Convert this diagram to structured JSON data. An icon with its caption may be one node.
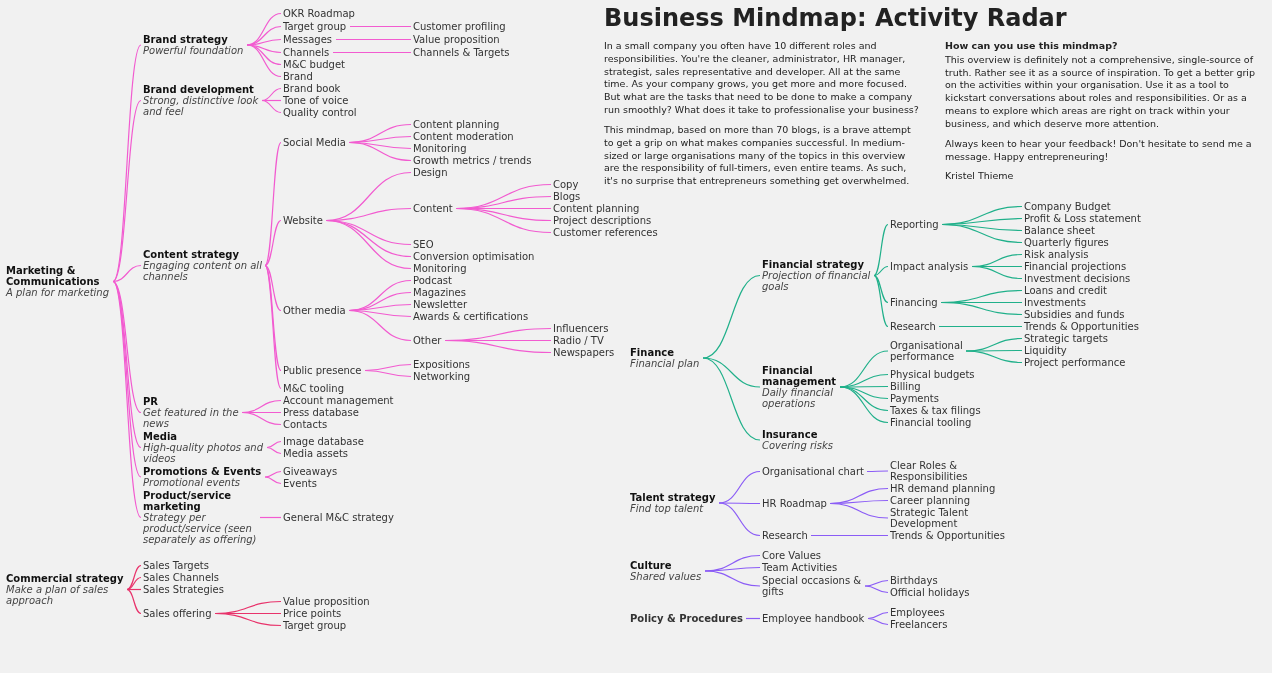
{
  "diagram": {
    "title": "Business Mindmap: Activity Radar",
    "nodes": [
      {
        "text": [
          "Marketing & Communications",
          "A plan for marketing"
        ]
      },
      {
        "text": [
          "Brand strategy",
          "Powerful foundation"
        ]
      },
      {
        "text": [
          "OKR Roadmap"
        ]
      },
      {
        "text": [
          "Target group"
        ]
      },
      {
        "text": [
          "Customer profiling"
        ]
      },
      {
        "text": [
          "Messages"
        ]
      },
      {
        "text": [
          "Value proposition"
        ]
      },
      {
        "text": [
          "Channels"
        ]
      },
      {
        "text": [
          "Channels & Targets"
        ]
      },
      {
        "text": [
          "M&C budget"
        ]
      },
      {
        "text": [
          "Brand"
        ]
      },
      {
        "text": [
          "Brand development",
          "Strong, distinctive look and feel"
        ]
      },
      {
        "text": [
          "Brand book"
        ]
      },
      {
        "text": [
          "Tone of voice"
        ]
      },
      {
        "text": [
          "Quality control"
        ]
      },
      {
        "text": [
          "Content strategy",
          "Engaging content on all channels"
        ]
      },
      {
        "text": [
          "Social Media"
        ]
      },
      {
        "text": [
          "Content planning"
        ]
      },
      {
        "text": [
          "Content moderation"
        ]
      },
      {
        "text": [
          "Monitoring"
        ]
      },
      {
        "text": [
          "Growth metrics / trends"
        ]
      },
      {
        "text": [
          "Website"
        ]
      },
      {
        "text": [
          "Design"
        ]
      },
      {
        "text": [
          "Content"
        ]
      },
      {
        "text": [
          "Copy"
        ]
      },
      {
        "text": [
          "Blogs"
        ]
      },
      {
        "text": [
          "Content planning"
        ]
      },
      {
        "text": [
          "Project descriptions"
        ]
      },
      {
        "text": [
          "Customer references"
        ]
      },
      {
        "text": [
          "SEO"
        ]
      },
      {
        "text": [
          "Conversion optimisation"
        ]
      },
      {
        "text": [
          "Monitoring"
        ]
      },
      {
        "text": [
          "Other media"
        ]
      },
      {
        "text": [
          "Podcast"
        ]
      },
      {
        "text": [
          "Magazines"
        ]
      },
      {
        "text": [
          "Newsletter"
        ]
      },
      {
        "text": [
          "Awards & certifications"
        ]
      },
      {
        "text": [
          "Other"
        ]
      },
      {
        "text": [
          "Influencers"
        ]
      },
      {
        "text": [
          "Radio / TV"
        ]
      },
      {
        "text": [
          "Newspapers"
        ]
      },
      {
        "text": [
          "Public presence"
        ]
      },
      {
        "text": [
          "Expositions"
        ]
      },
      {
        "text": [
          "Networking"
        ]
      },
      {
        "text": [
          "M&C tooling"
        ]
      },
      {
        "text": [
          "PR",
          "Get featured in the news"
        ]
      },
      {
        "text": [
          "Account management"
        ]
      },
      {
        "text": [
          "Press database"
        ]
      },
      {
        "text": [
          "Contacts"
        ]
      },
      {
        "text": [
          "Media",
          "High-quality photos and videos"
        ]
      },
      {
        "text": [
          "Image database"
        ]
      },
      {
        "text": [
          "Media assets"
        ]
      },
      {
        "text": [
          "Promotions & Events",
          "Promotional events"
        ]
      },
      {
        "text": [
          "Giveaways"
        ]
      },
      {
        "text": [
          "Events"
        ]
      },
      {
        "text": [
          "Product/service marketing",
          "Strategy per product/service (seen separately as offering)"
        ]
      },
      {
        "text": [
          "General M&C strategy"
        ]
      },
      {
        "text": [
          "Commercial strategy",
          "Make a plan of sales approach"
        ]
      },
      {
        "text": [
          "Sales Targets"
        ]
      },
      {
        "text": [
          "Sales Channels"
        ]
      },
      {
        "text": [
          "Sales Strategies"
        ]
      },
      {
        "text": [
          "Sales offering"
        ]
      },
      {
        "text": [
          "Value proposition"
        ]
      },
      {
        "text": [
          "Price points"
        ]
      },
      {
        "text": [
          "Target group"
        ]
      },
      {
        "text": [
          "Finance",
          "Financial plan"
        ]
      },
      {
        "text": [
          "Financial strategy",
          "Projection of financial goals"
        ]
      },
      {
        "text": [
          "Reporting"
        ]
      },
      {
        "text": [
          "Company Budget"
        ]
      },
      {
        "text": [
          "Profit & Loss statement"
        ]
      },
      {
        "text": [
          "Balance sheet"
        ]
      },
      {
        "text": [
          "Quarterly figures"
        ]
      },
      {
        "text": [
          "Impact analysis"
        ]
      },
      {
        "text": [
          "Risk analysis"
        ]
      },
      {
        "text": [
          "Financial projections"
        ]
      },
      {
        "text": [
          "Investment decisions"
        ]
      },
      {
        "text": [
          "Financing"
        ]
      },
      {
        "text": [
          "Loans and credit"
        ]
      },
      {
        "text": [
          "Investments"
        ]
      },
      {
        "text": [
          "Subsidies and funds"
        ]
      },
      {
        "text": [
          "Research"
        ]
      },
      {
        "text": [
          "Trends & Opportunities"
        ]
      },
      {
        "text": [
          "Financial management",
          "Daily financial operations"
        ]
      },
      {
        "text": [
          "Organisational performance"
        ]
      },
      {
        "text": [
          "Strategic targets"
        ]
      },
      {
        "text": [
          "Liquidity"
        ]
      },
      {
        "text": [
          "Project performance"
        ]
      },
      {
        "text": [
          "Physical budgets"
        ]
      },
      {
        "text": [
          "Billing"
        ]
      },
      {
        "text": [
          "Payments"
        ]
      },
      {
        "text": [
          "Taxes & tax filings"
        ]
      },
      {
        "text": [
          "Financial tooling"
        ]
      },
      {
        "text": [
          "Insurance",
          "Covering risks"
        ]
      },
      {
        "text": [
          "Talent strategy",
          "Find top talent"
        ]
      },
      {
        "text": [
          "Organisational chart"
        ]
      },
      {
        "text": [
          "Clear Roles & Responsibilities"
        ]
      },
      {
        "text": [
          "HR Roadmap"
        ]
      },
      {
        "text": [
          "HR demand planning"
        ]
      },
      {
        "text": [
          "Career planning"
        ]
      },
      {
        "text": [
          "Strategic Talent Development"
        ]
      },
      {
        "text": [
          "Research"
        ]
      },
      {
        "text": [
          "Trends & Opportunities"
        ]
      },
      {
        "text": [
          "Culture",
          "Shared values"
        ]
      },
      {
        "text": [
          "Core Values"
        ]
      },
      {
        "text": [
          "Team Activities"
        ]
      },
      {
        "text": [
          "Special occasions & gifts"
        ]
      },
      {
        "text": [
          "Birthdays"
        ]
      },
      {
        "text": [
          "Official holidays"
        ]
      },
      {
        "text": [
          "Policy & Procedures"
        ]
      },
      {
        "text": [
          "Employee handbook"
        ]
      },
      {
        "text": [
          "Employees"
        ]
      },
      {
        "text": [
          "Freelancers"
        ]
      }
    ],
    "edges": [
      {
        "from": 0,
        "to": 1,
        "arrow": "none"
      },
      {
        "from": 1,
        "to": 2,
        "arrow": "none"
      },
      {
        "from": 1,
        "to": 3,
        "arrow": "none"
      },
      {
        "from": 3,
        "to": 4,
        "arrow": "none"
      },
      {
        "from": 1,
        "to": 5,
        "arrow": "none"
      },
      {
        "from": 5,
        "to": 6,
        "arrow": "none"
      },
      {
        "from": 1,
        "to": 7,
        "arrow": "none"
      },
      {
        "from": 7,
        "to": 8,
        "arrow": "none"
      },
      {
        "from": 1,
        "to": 9,
        "arrow": "none"
      },
      {
        "from": 1,
        "to": 10,
        "arrow": "none"
      },
      {
        "from": 0,
        "to": 11,
        "arrow": "none"
      },
      {
        "from": 11,
        "to": 12,
        "arrow": "none"
      },
      {
        "from": 11,
        "to": 13,
        "arrow": "none"
      },
      {
        "from": 11,
        "to": 14,
        "arrow": "none"
      },
      {
        "from": 0,
        "to": 15,
        "arrow": "none"
      },
      {
        "from": 15,
        "to": 16,
        "arrow": "none"
      },
      {
        "from": 16,
        "to": 17,
        "arrow": "none"
      },
      {
        "from": 16,
        "to": 18,
        "arrow": "none"
      },
      {
        "from": 16,
        "to": 19,
        "arrow": "none"
      },
      {
        "from": 16,
        "to": 20,
        "arrow": "none"
      },
      {
        "from": 15,
        "to": 21,
        "arrow": "none"
      },
      {
        "from": 21,
        "to": 22,
        "arrow": "none"
      },
      {
        "from": 21,
        "to": 23,
        "arrow": "none"
      },
      {
        "from": 23,
        "to": 24,
        "arrow": "none"
      },
      {
        "from": 23,
        "to": 25,
        "arrow": "none"
      },
      {
        "from": 23,
        "to": 26,
        "arrow": "none"
      },
      {
        "from": 23,
        "to": 27,
        "arrow": "none"
      },
      {
        "from": 23,
        "to": 28,
        "arrow": "none"
      },
      {
        "from": 21,
        "to": 29,
        "arrow": "none"
      },
      {
        "from": 21,
        "to": 30,
        "arrow": "none"
      },
      {
        "from": 21,
        "to": 31,
        "arrow": "none"
      },
      {
        "from": 15,
        "to": 32,
        "arrow": "none"
      },
      {
        "from": 32,
        "to": 33,
        "arrow": "none"
      },
      {
        "from": 32,
        "to": 34,
        "arrow": "none"
      },
      {
        "from": 32,
        "to": 35,
        "arrow": "none"
      },
      {
        "from": 32,
        "to": 36,
        "arrow": "none"
      },
      {
        "from": 32,
        "to": 37,
        "arrow": "none"
      },
      {
        "from": 37,
        "to": 38,
        "arrow": "none"
      },
      {
        "from": 37,
        "to": 39,
        "arrow": "none"
      },
      {
        "from": 37,
        "to": 40,
        "arrow": "none"
      },
      {
        "from": 15,
        "to": 41,
        "arrow": "none"
      },
      {
        "from": 41,
        "to": 42,
        "arrow": "none"
      },
      {
        "from": 41,
        "to": 43,
        "arrow": "none"
      },
      {
        "from": 15,
        "to": 44,
        "arrow": "none"
      },
      {
        "from": 0,
        "to": 45,
        "arrow": "none"
      },
      {
        "from": 45,
        "to": 46,
        "arrow": "none"
      },
      {
        "from": 45,
        "to": 47,
        "arrow": "none"
      },
      {
        "from": 45,
        "to": 48,
        "arrow": "none"
      },
      {
        "from": 0,
        "to": 49,
        "arrow": "none"
      },
      {
        "from": 49,
        "to": 50,
        "arrow": "none"
      },
      {
        "from": 49,
        "to": 51,
        "arrow": "none"
      },
      {
        "from": 0,
        "to": 52,
        "arrow": "none"
      },
      {
        "from": 52,
        "to": 53,
        "arrow": "none"
      },
      {
        "from": 52,
        "to": 54,
        "arrow": "none"
      },
      {
        "from": 0,
        "to": 55,
        "arrow": "none"
      },
      {
        "from": 55,
        "to": 56,
        "arrow": "none"
      },
      {
        "from": 57,
        "to": 58,
        "arrow": "none",
        "color": "#e8336b"
      },
      {
        "from": 57,
        "to": 59,
        "arrow": "none",
        "color": "#e8336b"
      },
      {
        "from": 57,
        "to": 60,
        "arrow": "none",
        "color": "#e8336b"
      },
      {
        "from": 57,
        "to": 61,
        "arrow": "none",
        "color": "#e8336b"
      },
      {
        "from": 61,
        "to": 62,
        "arrow": "none",
        "color": "#e8336b"
      },
      {
        "from": 61,
        "to": 63,
        "arrow": "none",
        "color": "#e8336b"
      },
      {
        "from": 61,
        "to": 64,
        "arrow": "none",
        "color": "#e8336b"
      },
      {
        "from": 65,
        "to": 66,
        "arrow": "none",
        "color": "#20b08a"
      },
      {
        "from": 66,
        "to": 67,
        "arrow": "none",
        "color": "#20b08a"
      },
      {
        "from": 67,
        "to": 68,
        "arrow": "none",
        "color": "#20b08a"
      },
      {
        "from": 67,
        "to": 69,
        "arrow": "none",
        "color": "#20b08a"
      },
      {
        "from": 67,
        "to": 70,
        "arrow": "none",
        "color": "#20b08a"
      },
      {
        "from": 67,
        "to": 71,
        "arrow": "none",
        "color": "#20b08a"
      },
      {
        "from": 66,
        "to": 72,
        "arrow": "none",
        "color": "#20b08a"
      },
      {
        "from": 72,
        "to": 73,
        "arrow": "none",
        "color": "#20b08a"
      },
      {
        "from": 72,
        "to": 74,
        "arrow": "none",
        "color": "#20b08a"
      },
      {
        "from": 72,
        "to": 75,
        "arrow": "none",
        "color": "#20b08a"
      },
      {
        "from": 66,
        "to": 76,
        "arrow": "none",
        "color": "#20b08a"
      },
      {
        "from": 76,
        "to": 77,
        "arrow": "none",
        "color": "#20b08a"
      },
      {
        "from": 76,
        "to": 78,
        "arrow": "none",
        "color": "#20b08a"
      },
      {
        "from": 76,
        "to": 79,
        "arrow": "none",
        "color": "#20b08a"
      },
      {
        "from": 66,
        "to": 80,
        "arrow": "none",
        "color": "#20b08a"
      },
      {
        "from": 80,
        "to": 81,
        "arrow": "none",
        "color": "#20b08a"
      },
      {
        "from": 65,
        "to": 82,
        "arrow": "none",
        "color": "#20b08a"
      },
      {
        "from": 82,
        "to": 83,
        "arrow": "none",
        "color": "#20b08a"
      },
      {
        "from": 83,
        "to": 84,
        "arrow": "none",
        "color": "#20b08a"
      },
      {
        "from": 83,
        "to": 85,
        "arrow": "none",
        "color": "#20b08a"
      },
      {
        "from": 83,
        "to": 86,
        "arrow": "none",
        "color": "#20b08a"
      },
      {
        "from": 82,
        "to": 87,
        "arrow": "none",
        "color": "#20b08a"
      },
      {
        "from": 82,
        "to": 88,
        "arrow": "none",
        "color": "#20b08a"
      },
      {
        "from": 82,
        "to": 89,
        "arrow": "none",
        "color": "#20b08a"
      },
      {
        "from": 82,
        "to": 90,
        "arrow": "none",
        "color": "#20b08a"
      },
      {
        "from": 82,
        "to": 91,
        "arrow": "none",
        "color": "#20b08a"
      },
      {
        "from": 65,
        "to": 92,
        "arrow": "none",
        "color": "#20b08a"
      },
      {
        "from": 93,
        "to": 94,
        "arrow": "none",
        "color": "#8b5cf6"
      },
      {
        "from": 94,
        "to": 95,
        "arrow": "none",
        "color": "#8b5cf6"
      },
      {
        "from": 93,
        "to": 96,
        "arrow": "none",
        "color": "#8b5cf6"
      },
      {
        "from": 96,
        "to": 97,
        "arrow": "none",
        "color": "#8b5cf6"
      },
      {
        "from": 96,
        "to": 98,
        "arrow": "none",
        "color": "#8b5cf6"
      },
      {
        "from": 96,
        "to": 99,
        "arrow": "none",
        "color": "#8b5cf6"
      },
      {
        "from": 93,
        "to": 100,
        "arrow": "none",
        "color": "#8b5cf6"
      },
      {
        "from": 100,
        "to": 101,
        "arrow": "none",
        "color": "#8b5cf6"
      },
      {
        "from": 102,
        "to": 103,
        "arrow": "none",
        "color": "#8b5cf6"
      },
      {
        "from": 102,
        "to": 104,
        "arrow": "none",
        "color": "#8b5cf6"
      },
      {
        "from": 102,
        "to": 105,
        "arrow": "none",
        "color": "#8b5cf6"
      },
      {
        "from": 105,
        "to": 106,
        "arrow": "none",
        "color": "#8b5cf6"
      },
      {
        "from": 105,
        "to": 107,
        "arrow": "none",
        "color": "#8b5cf6"
      },
      {
        "from": 108,
        "to": 109,
        "arrow": "none",
        "color": "#8b5cf6"
      },
      {
        "from": 109,
        "to": 110,
        "arrow": "none",
        "color": "#8b5cf6"
      },
      {
        "from": 109,
        "to": 111,
        "arrow": "none",
        "color": "#8b5cf6"
      }
    ],
    "labels": [
      "In a small company you often have 10 different roles and responsibilities. You're the cleaner, administrator, HR manager, strategist, sales representative and developer. All at the same time. As your company grows, you get more and more focused. But what are the tasks that need to be done to make a company run smoothly? What does it take to professionalise your business?",
      "This mindmap, based on more than 70 blogs, is a brave attempt to get a grip on what makes companies successful. In medium-sized or large organisations many of the topics in this overview are the responsibility of full-timers, even entire teams. As such, it's no surprise that entrepreneurs something get overwhelmed.",
      "How can you use this mindmap?",
      "This overview is definitely not a comprehensive, single-source of truth. Rather see it as a source of inspiration. To get a better grip on the activities within your organisation. Use it as a tool to kickstart conversations about roles and responsibilities. Or as a means to explore which areas are right on track within your business, and which deserve more attention.",
      "Always keen to hear your feedback! Don't hesitate to send me a message. Happy entrepreneuring!",
      "Kristel Thieme"
    ]
  }
}
